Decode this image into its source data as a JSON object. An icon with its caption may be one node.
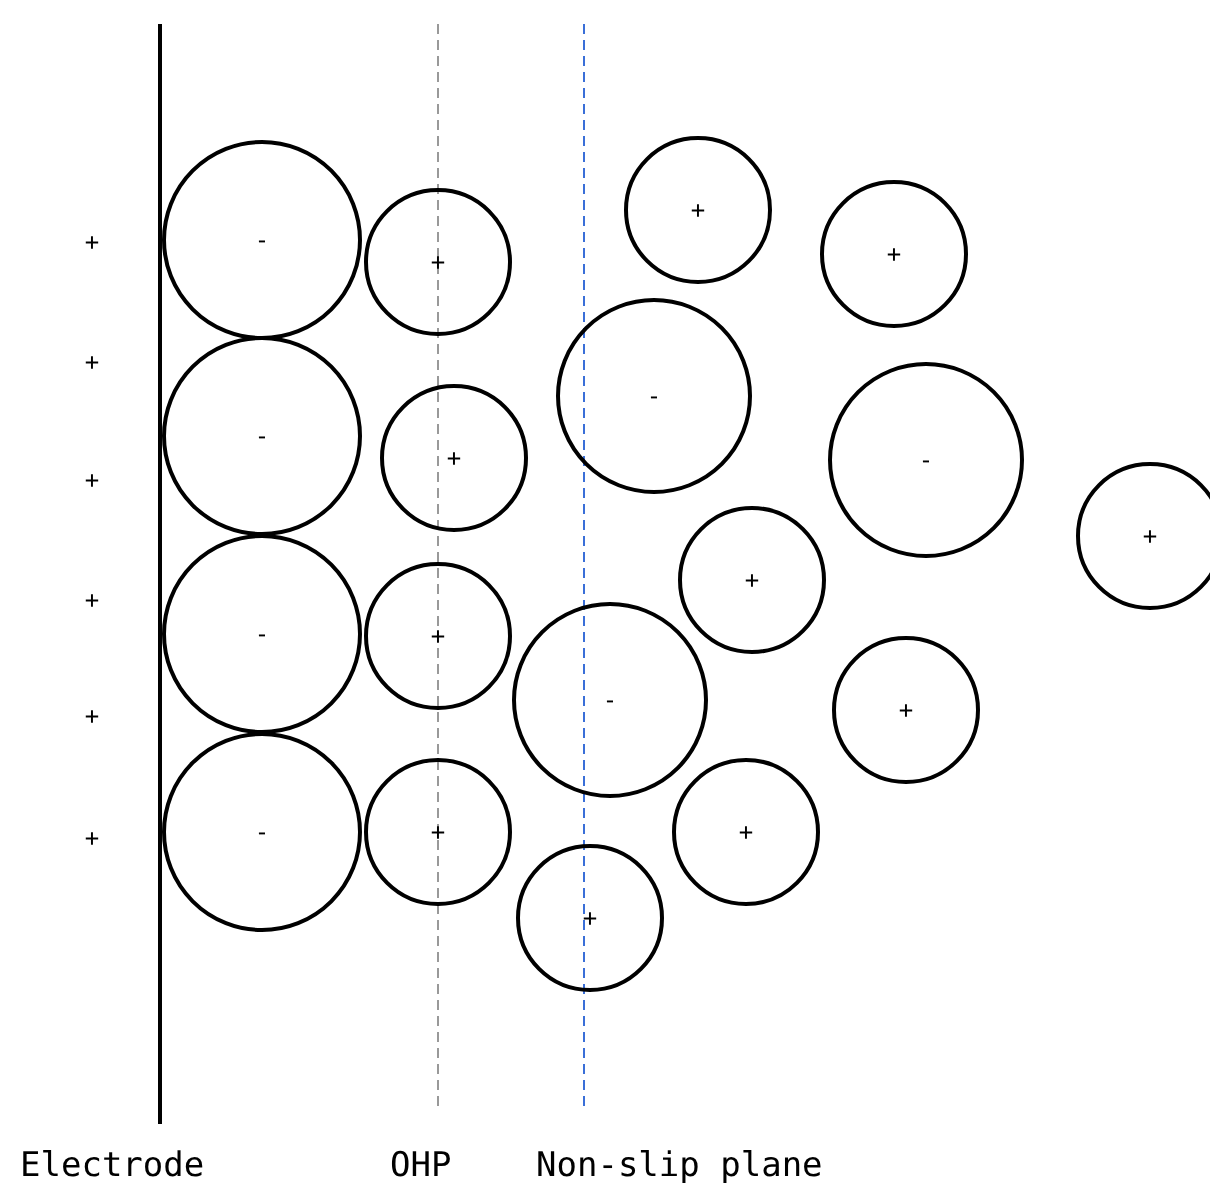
{
  "diagram": {
    "nodes": [
      {
        "text": [
          "-"
        ]
      },
      {
        "text": [
          "-"
        ]
      },
      {
        "text": [
          "-"
        ]
      },
      {
        "text": [
          "-"
        ]
      },
      {
        "text": [
          "+"
        ]
      },
      {
        "text": [
          "+"
        ]
      },
      {
        "text": [
          "+"
        ]
      },
      {
        "text": [
          "+"
        ]
      },
      {
        "text": [
          "+"
        ]
      },
      {
        "text": [
          "+"
        ]
      },
      {
        "text": [
          "-"
        ]
      },
      {
        "text": [
          "-"
        ]
      },
      {
        "text": [
          "+"
        ]
      },
      {
        "text": [
          "+"
        ]
      },
      {
        "text": [
          "-"
        ]
      },
      {
        "text": [
          "+"
        ]
      },
      {
        "text": [
          "+"
        ]
      },
      {
        "text": [
          "+"
        ]
      }
    ],
    "labels": [
      "+",
      "+",
      "+",
      "+",
      "+",
      "+",
      "Electrode",
      "OHP",
      "Non-slip plane"
    ]
  }
}
